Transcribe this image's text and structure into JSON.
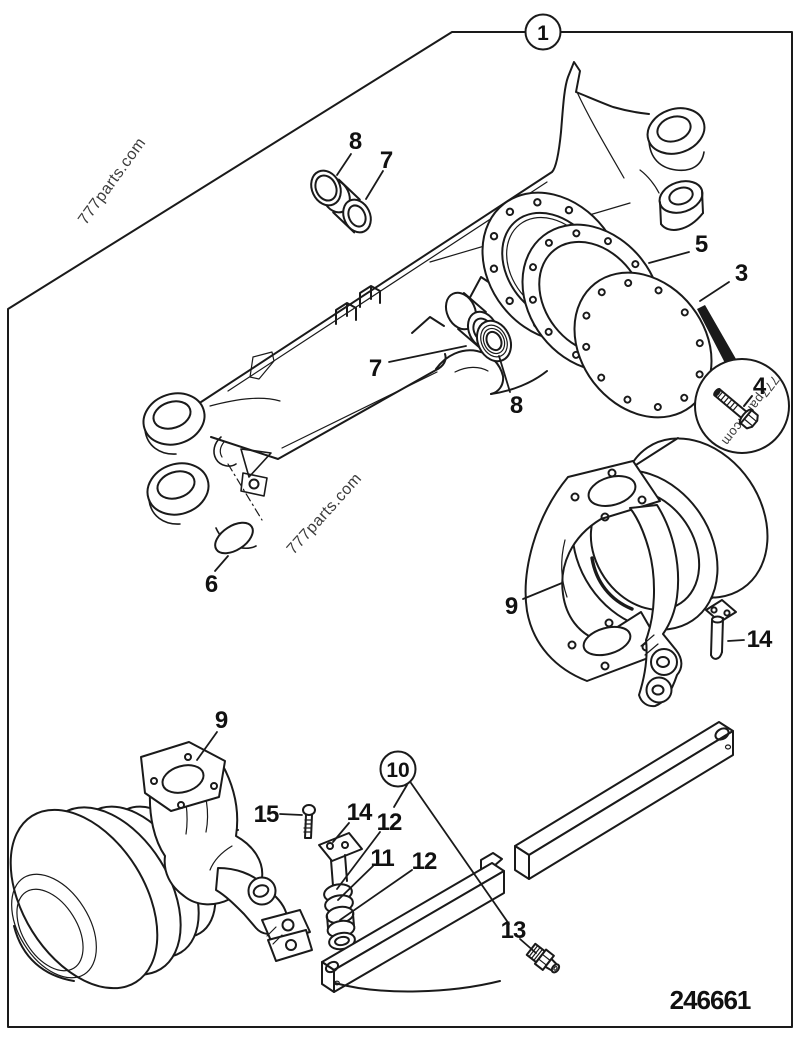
{
  "diagram": {
    "type": "exploded-parts-diagram",
    "drawing_number": "246661",
    "watermark": "777parts.com",
    "callouts": {
      "assembly": "1",
      "subassembly": "10",
      "detail_bolt": "4"
    },
    "labels": {
      "seal_top": "8",
      "bush_top": "7",
      "gasket": "5",
      "cover_plate": "3",
      "bush_mid": "7",
      "seal_mid": "8",
      "plug": "6",
      "trunnion_mid": "9",
      "pin_mid": "14",
      "swivel_bottom": "9",
      "bolt_small": "15",
      "pin_bottom": "14",
      "shim_a": "12",
      "spacer": "11",
      "shim_b": "12",
      "grease_nipple": "13"
    },
    "colors": {
      "line": "#1a1a1a",
      "background": "#ffffff",
      "watermark": "#3c3c3c"
    }
  }
}
